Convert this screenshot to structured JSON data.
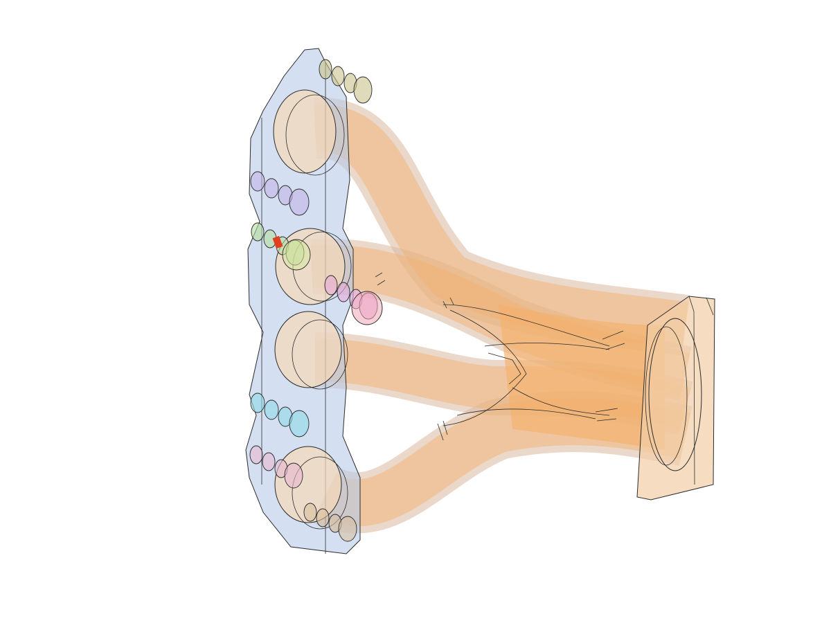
{
  "scene": {
    "subject": "exhaust-manifest-assembly",
    "render_style": "transparent-shaded-with-edges"
  },
  "colors": {
    "background": "#ffffff",
    "pipe_fill": "#f4b06b",
    "pipe_halo": "#d9b8a0",
    "flange_fill": "#b8cce8",
    "hole_fill": "#f6d9b8",
    "outlet_flange_fill": "#f2cfa8",
    "edge": "#2a2a2a",
    "fasteners": {
      "top_stud": "#c9c28a",
      "upper_left_stud": "#c2b2e8",
      "middle_left_stud": "#b6dca0",
      "middle_left_nut": "#d8e8a0",
      "red_band": "#e04020",
      "middle_right_stud": "#e6a8d8",
      "middle_right_nut": "#f0a8b8",
      "lower_left_stud": "#8ed8e8",
      "bottom_left_stud": "#e8b8d0",
      "bottom_right_stud": "#d8c0a0"
    }
  },
  "parts": {
    "fasteners": [
      {
        "id": "top-stud",
        "color_key": "top_stud"
      },
      {
        "id": "upper-left-stud",
        "color_key": "upper_left_stud"
      },
      {
        "id": "middle-left-stud",
        "color_key": "middle_left_stud"
      },
      {
        "id": "middle-right-stud",
        "color_key": "middle_right_stud"
      },
      {
        "id": "lower-left-stud",
        "color_key": "lower_left_stud"
      },
      {
        "id": "bottom-left-stud",
        "color_key": "bottom_left_stud"
      },
      {
        "id": "bottom-right-stud",
        "color_key": "bottom_right_stud"
      }
    ]
  }
}
